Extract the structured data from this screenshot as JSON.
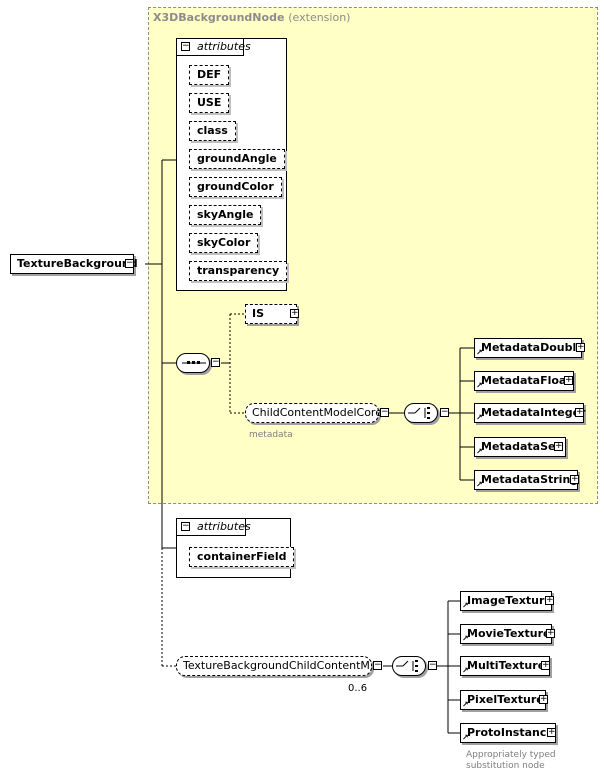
{
  "extension": {
    "title": "X3DBackgroundNode",
    "subtitle": "(extension)"
  },
  "root": {
    "label": "TextureBackground"
  },
  "attributes_group": {
    "header": "attributes",
    "items": [
      "DEF",
      "USE",
      "class",
      "groundAngle",
      "groundColor",
      "skyAngle",
      "skyColor",
      "transparency"
    ]
  },
  "attributes_group2": {
    "header": "attributes",
    "items": [
      "containerField"
    ]
  },
  "sequence": {
    "is_label": "IS",
    "child_content": "ChildContentModelCore",
    "child_content_note": "metadata"
  },
  "metadata_choices": [
    "MetadataDouble",
    "MetadataFloat",
    "MetadataInteger",
    "MetadataSet",
    "MetadataString"
  ],
  "texture_group": {
    "label": "TextureBackgroundChildContentM...",
    "occurrence": "0..6"
  },
  "texture_choices": [
    "ImageTexture",
    "MovieTexture",
    "MultiTexture",
    "PixelTexture",
    "ProtoInstance"
  ],
  "texture_note": "Appropriately typed substitution node",
  "icons": {
    "expand": "plus-box-icon",
    "collapse": "minus-box-icon",
    "sequence": "sequence-compositor-icon",
    "choice": "choice-compositor-icon",
    "reference": "reference-arrow-icon"
  }
}
